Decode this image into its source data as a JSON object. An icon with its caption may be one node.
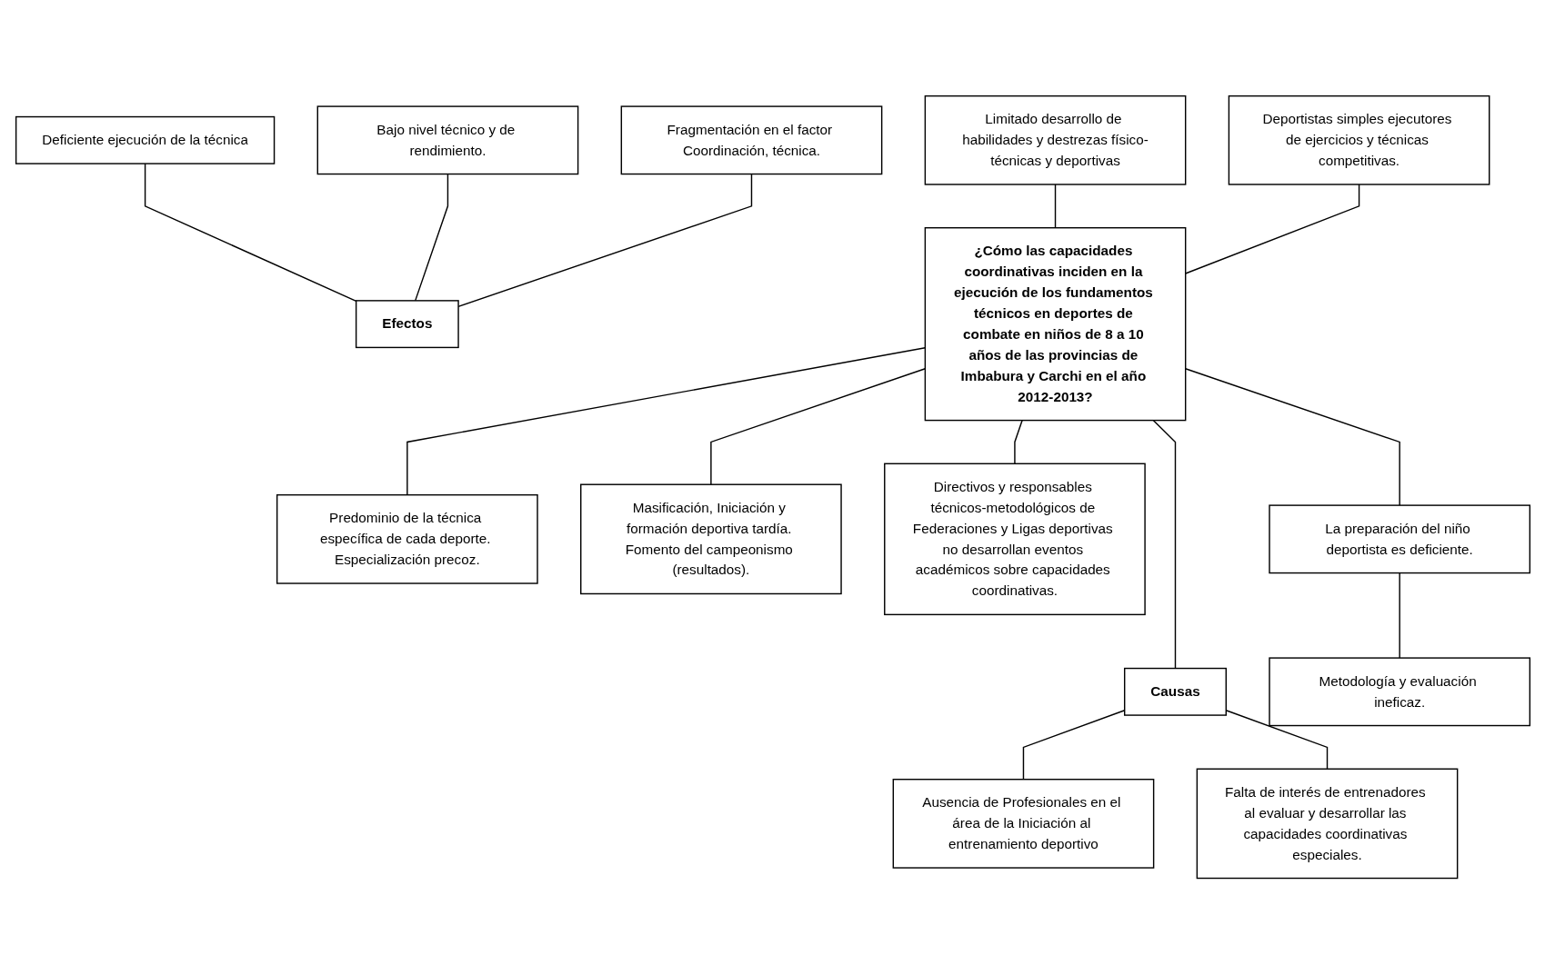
{
  "diagram": {
    "nodes": [
      {
        "text": [
          "Limitado desarrollo de habilidades y destrezas físico-técnicas y deportivas"
        ]
      },
      {
        "text": [
          "Deficiente ejecución de la técnica"
        ]
      },
      {
        "text": [
          "Bajo nivel técnico y de rendimiento."
        ]
      },
      {
        "text": [
          "Fragmentación en el factor Coordinación, técnica."
        ]
      },
      {
        "text": [
          "Deportistas simples ejecutores de ejercicios y técnicas competitivas."
        ]
      },
      {
        "text": [
          "Efectos"
        ]
      },
      {
        "text": [
          "¿Cómo las capacidades coordinativas inciden en la ejecución de los fundamentos técnicos en deportes de combate en niños de 8 a 10 años de las provincias de Imbabura y Carchi en el año 2012-2013?"
        ]
      },
      {
        "text": [
          "Causas"
        ]
      },
      {
        "text": [
          "Predominio de la técnica específica de cada deporte. Especialización precoz."
        ]
      },
      {
        "text": [
          "Masificación, Iniciación y formación deportiva tardía. Fomento del campeonismo (resultados)."
        ]
      },
      {
        "text": [
          "Directivos y responsables técnicos-metodológicos de Federaciones y Ligas deportivas no desarrollan eventos académicos sobre capacidades coordinativas."
        ]
      },
      {
        "text": [
          "Ausencia de Profesionales en el área de la Iniciación al entrenamiento deportivo"
        ]
      },
      {
        "text": [
          "Falta de interés de entrenadores al evaluar y desarrollar las capacidades coordinativas especiales."
        ]
      },
      {
        "text": [
          "La preparación del niño deportista es deficiente."
        ]
      },
      {
        "text": [
          "Metodología y evaluación ineficaz."
        ]
      }
    ],
    "edges": [
      {
        "from": 0,
        "to": 6,
        "arrow": "none"
      },
      {
        "from": 1,
        "to": 5,
        "arrow": "none"
      },
      {
        "from": 2,
        "to": 5,
        "arrow": "none"
      },
      {
        "from": 3,
        "to": 5,
        "arrow": "none"
      },
      {
        "from": 4,
        "to": 6,
        "arrow": "none"
      },
      {
        "from": 6,
        "to": 7,
        "arrow": "none"
      },
      {
        "from": 7,
        "to": 11,
        "arrow": "none"
      },
      {
        "from": 7,
        "to": 12,
        "arrow": "none"
      },
      {
        "from": 6,
        "to": 8,
        "arrow": "none"
      },
      {
        "from": 6,
        "to": 10,
        "arrow": "none"
      },
      {
        "from": 6,
        "to": 9,
        "arrow": "none"
      },
      {
        "from": 6,
        "to": 13,
        "arrow": "none"
      },
      {
        "from": 13,
        "to": 14,
        "arrow": "none"
      }
    ]
  }
}
